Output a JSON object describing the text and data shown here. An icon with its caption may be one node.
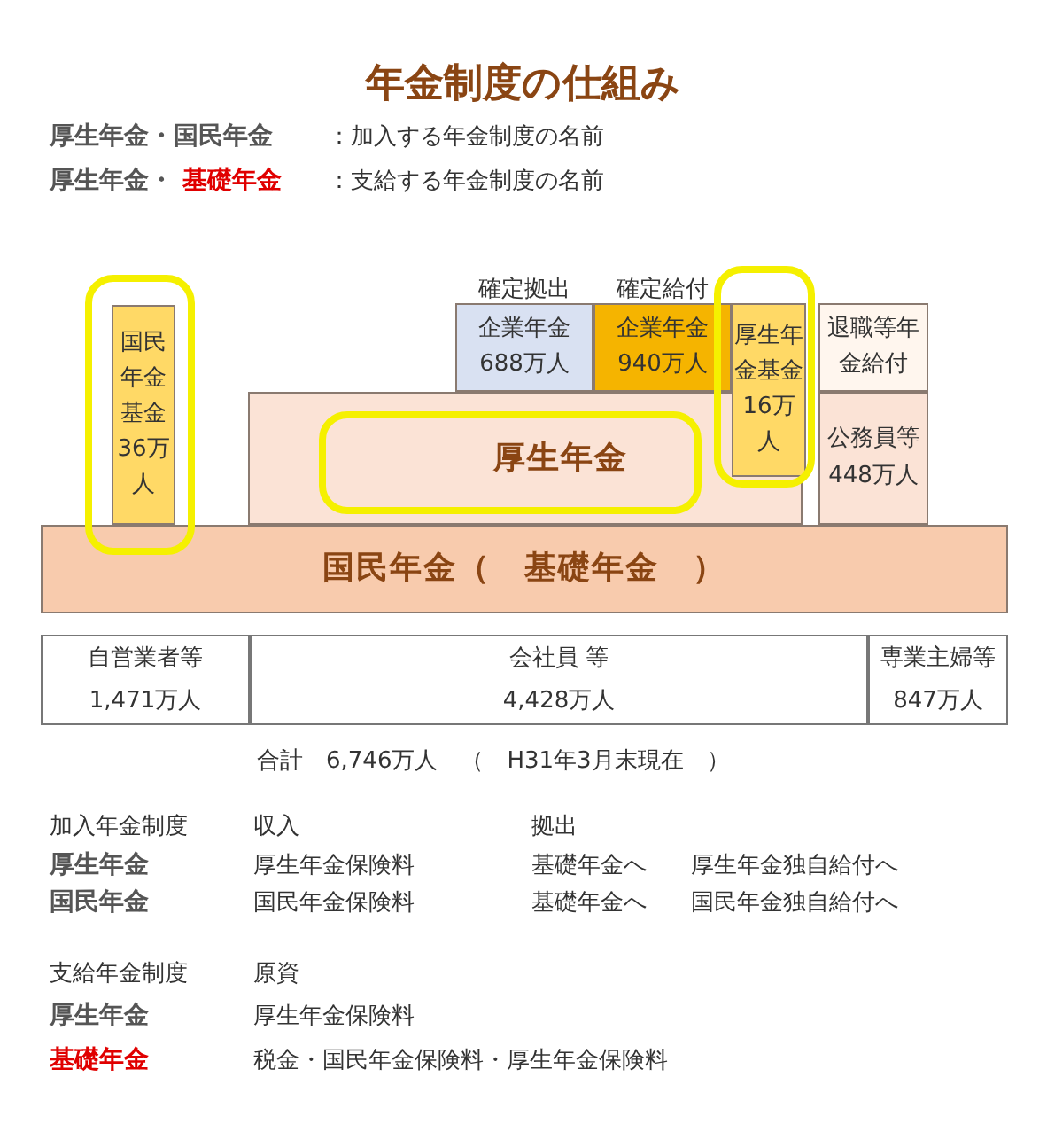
{
  "diagram": {
    "title": "年金制度の仕組み",
    "nodes": [
      {
        "text": [
          "国民年金基金",
          "36万人"
        ]
      },
      {
        "text": [
          "企業年金",
          "688万人"
        ],
        "beside": [
          "確定拠出"
        ]
      },
      {
        "text": [
          "企業年金",
          "940万人"
        ],
        "beside": [
          "確定給付"
        ]
      },
      {
        "text": [
          "厚生年金"
        ]
      },
      {
        "text": [
          "厚生年金基金",
          "16万人"
        ]
      },
      {
        "text": [
          "退職等年金給付"
        ]
      },
      {
        "text": [
          "公務員等",
          "448万人"
        ]
      },
      {
        "text": [
          "国民年金（　基礎年金　）"
        ]
      }
    ],
    "labels": [
      "厚生年金・国民年金",
      "：加入する年金制度の名前",
      "厚生年金・",
      "基礎年金",
      "：支給する年金制度の名前",
      "自営業者等",
      "会社員 等",
      "専業主婦等",
      "1,471万人",
      "4,428万人",
      "847万人",
      "合計　6,746万人　（　H31年3月末現在　）",
      "加入年金制度",
      "収入",
      "拠出",
      "厚生年金",
      "厚生年金保険料",
      "基礎年金へ",
      "厚生年金独自給付へ",
      "国民年金",
      "国民年金保険料",
      "基礎年金へ",
      "国民年金独自給付へ",
      "支給年金制度",
      "原資",
      "厚生年金",
      "厚生年金保険料",
      "基礎年金",
      "税金・国民年金保険料・厚生年金保険料"
    ]
  }
}
